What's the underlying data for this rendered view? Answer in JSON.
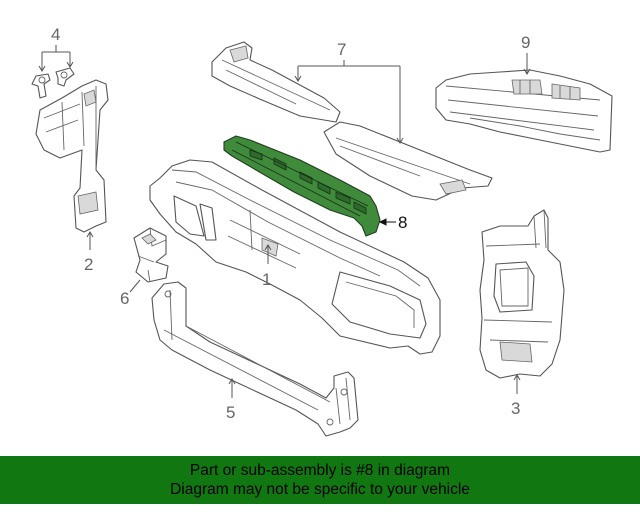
{
  "callouts": {
    "c1": "1",
    "c2": "2",
    "c3": "3",
    "c4": "4",
    "c5": "5",
    "c6": "6",
    "c7": "7",
    "c8": "8",
    "c9": "9"
  },
  "banner": {
    "line1": "Part or sub-assembly is #8 in diagram",
    "line2": "Diagram may not be specific to your vehicle"
  },
  "colors": {
    "highlight": "#3f8a3b",
    "banner_bg": "#117711"
  }
}
